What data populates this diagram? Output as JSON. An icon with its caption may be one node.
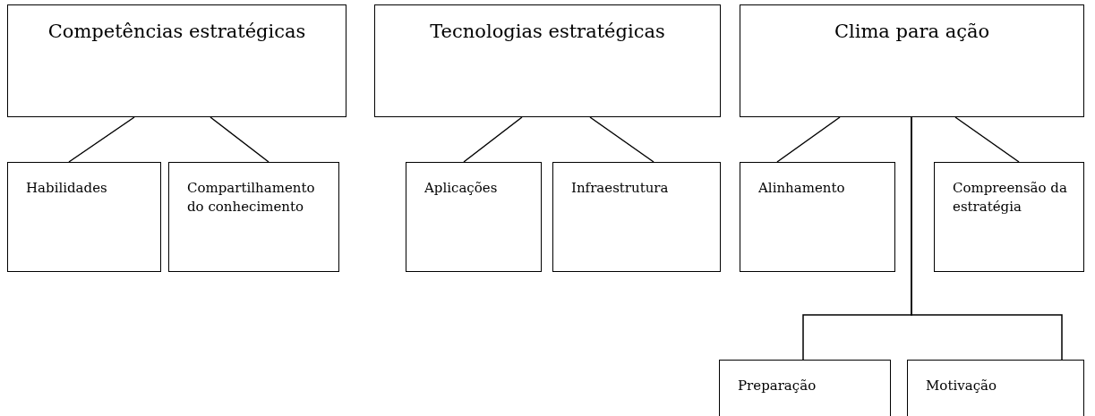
{
  "diagram": {
    "nodes": [
      {
        "text": [
          "Competências estratégicas"
        ]
      },
      {
        "text": [
          "Tecnologias estratégicas"
        ]
      },
      {
        "text": [
          "Clima para ação"
        ]
      },
      {
        "text": [
          "Habilidades"
        ]
      },
      {
        "text": [
          "Compartilhamento do conhecimento"
        ]
      },
      {
        "text": [
          "Aplicações"
        ]
      },
      {
        "text": [
          "Infraestrutura"
        ]
      },
      {
        "text": [
          "Alinhamento"
        ]
      },
      {
        "text": [
          "Compreensão da estratégia"
        ]
      },
      {
        "text": [
          "Preparação"
        ]
      },
      {
        "text": [
          "Motivação"
        ]
      }
    ],
    "edges": [
      {
        "from": 0,
        "to": 3,
        "arrow": "none"
      },
      {
        "from": 0,
        "to": 4,
        "arrow": "none"
      },
      {
        "from": 1,
        "to": 5,
        "arrow": "none"
      },
      {
        "from": 1,
        "to": 6,
        "arrow": "none"
      },
      {
        "from": 2,
        "to": 7,
        "arrow": "none"
      },
      {
        "from": 2,
        "to": 8,
        "arrow": "none"
      },
      {
        "from": 2,
        "to": 9,
        "arrow": "none"
      },
      {
        "from": 2,
        "to": 10,
        "arrow": "none"
      }
    ]
  }
}
